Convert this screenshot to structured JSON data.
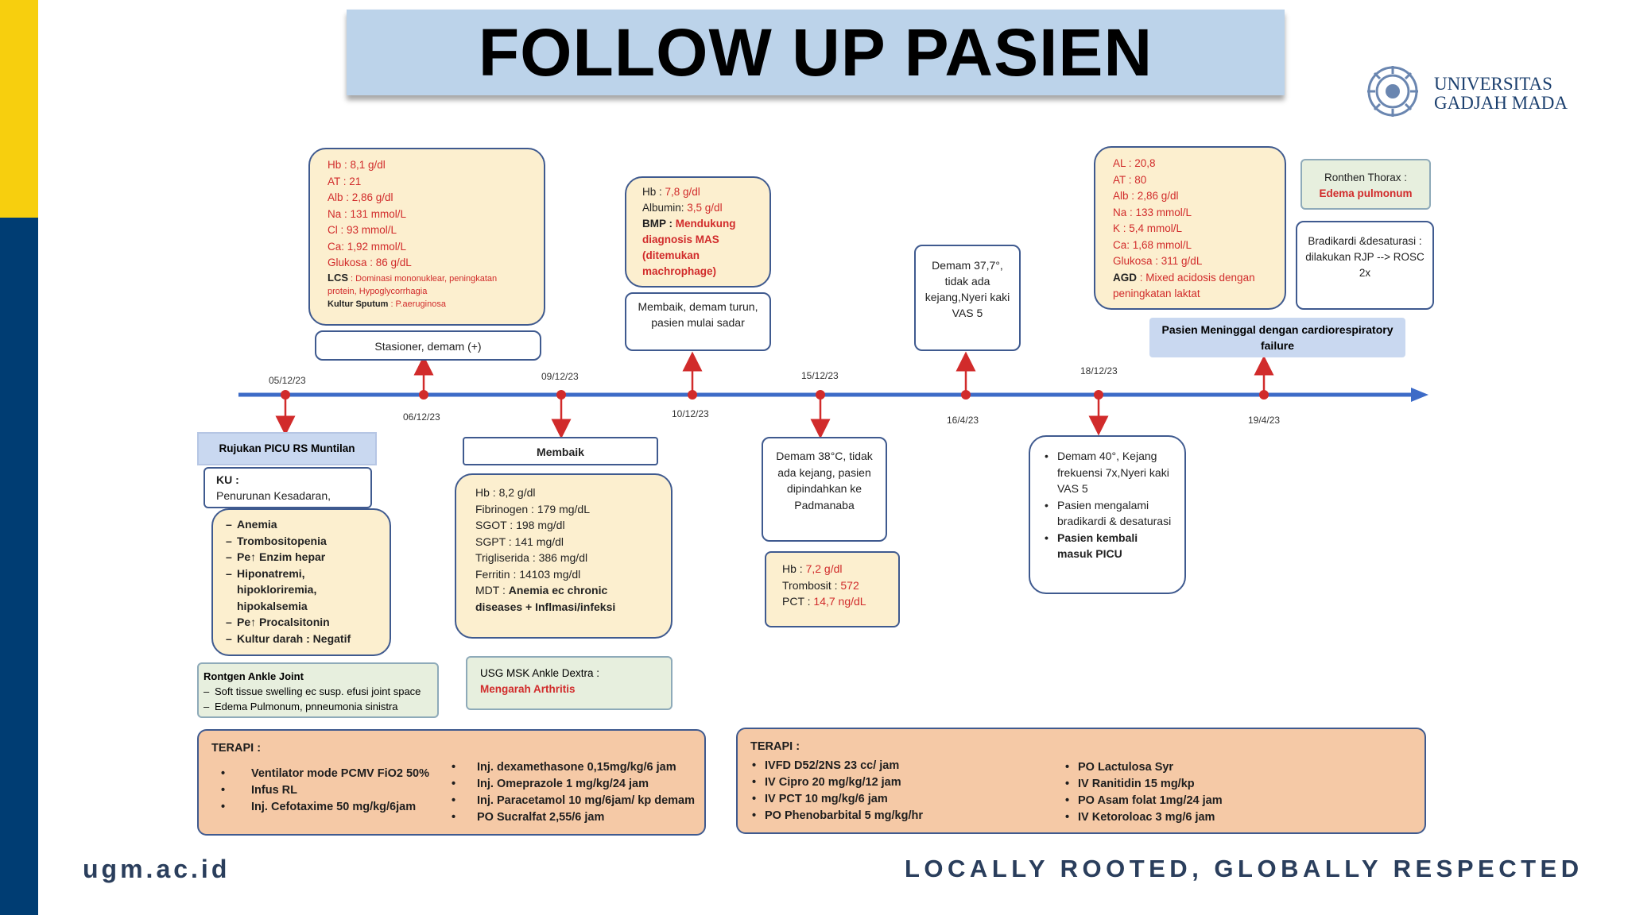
{
  "title": "FOLLOW UP PASIEN",
  "logo": {
    "line1": "UNIVERSITAS",
    "line2": "GADJAH MADA",
    "icon": "ugm-emblem"
  },
  "colors": {
    "timeline": "#3d6bc7",
    "arrow": "#d12b2b",
    "accent_red": "#d12b2b",
    "strip_yellow": "#f7cf0e",
    "strip_blue": "#003d73"
  },
  "dates": {
    "d1": "05/12/23",
    "d2": "06/12/23",
    "d3": "09/12/23",
    "d4": "10/12/23",
    "d5": "15/12/23",
    "d6": "16/4/23",
    "d7": "18/12/23",
    "d8": "19/4/23"
  },
  "lab1": {
    "hb": "Hb : 8,1 g/dl",
    "at": "AT : 21",
    "alb": "Alb : 2,86 g/dl",
    "na": "Na : 131 mmol/L",
    "cl": "Cl : 93 mmol/L",
    "ca": "Ca: 1,92 mmol/L",
    "glu": "Glukosa : 86 g/dL",
    "lcs_label": "LCS",
    "lcs_text": " : Dominasi mononuklear, peningkatan protein, Hypoglycorrhagia",
    "kultur_label": "Kultur Sputum",
    "kultur_text": " : P.aeruginosa"
  },
  "stasioner": "Stasioner, demam (+)",
  "lab2": {
    "hb_label": "Hb : ",
    "hb_val": "7,8 g/dl",
    "alb_label": "Albumin: ",
    "alb_val": "3,5 g/dl",
    "bmp_label": "BMP : ",
    "bmp_val": "Mendukung diagnosis MAS (ditemukan machrophage)"
  },
  "membaik_text": "Membaik, demam turun, pasien mulai sadar",
  "demam1": "Demam 37,7°, tidak ada kejang,Nyeri kaki VAS 5",
  "lab3": {
    "al": "AL : 20,8",
    "at": "AT : 80",
    "alb": "Alb : 2,86 g/dl",
    "na": "Na : 133 mmol/L",
    "k": "K : 5,4 mmol/L",
    "ca": "Ca: 1,68 mmol/L",
    "glu": "Glukosa : 311 g/dL",
    "agd_label": "AGD",
    "agd_text": " : Mixed acidosis dengan peningkatan laktat"
  },
  "ronthen": {
    "label": "Ronthen Thorax :",
    "value": "Edema pulmonum"
  },
  "brady": "Bradikardi &desaturasi : dilakukan RJP --> ROSC 2x",
  "meninggal": "Pasien Meninggal dengan cardiorespiratory failure",
  "rujukan": "Rujukan PICU RS Muntilan",
  "ku": {
    "label": "KU :",
    "value": "Penurunan Kesadaran,"
  },
  "dx_list": [
    "Anemia",
    "Trombositopenia",
    "Pe↑ Enzim hepar",
    "Hiponatremi, hipokloriremia, hipokalsemia",
    "Pe↑ Procalsitonin",
    "Kultur darah : Negatif"
  ],
  "rontgen": {
    "label": "Rontgen Ankle Joint",
    "items": [
      "Soft tissue swelling ec susp. efusi joint space",
      "Edema Pulmonum, pnneumonia sinistra"
    ]
  },
  "membaik_label": "Membaik",
  "lab4": {
    "hb": "Hb : 8,2 g/dl",
    "fib": "Fibrinogen : 179 mg/dL",
    "sgot": "SGOT : 198 mg/dl",
    "sgpt": "SGPT : 141 mg/dl",
    "tg": "Trigliserida : 386 mg/dl",
    "fer": "Ferritin : 14103 mg/dl",
    "mdt_label": "MDT : ",
    "mdt_text": "Anemia ec chronic diseases + Inflmasi/infeksi"
  },
  "usg": {
    "label": "USG MSK Ankle Dextra :",
    "value": "Mengarah Arthritis"
  },
  "demam2": "Demam 38°C, tidak ada kejang, pasien dipindahkan ke Padmanaba",
  "lab5": {
    "hb_label": "Hb : ",
    "hb_val": "7,2 g/dl",
    "tr_label": "Trombosit : ",
    "tr_val": "572",
    "pct_label": "PCT : ",
    "pct_val": "14,7 ng/dL"
  },
  "demam3_list": [
    "Demam 40°, Kejang frekuensi 7x,Nyeri kaki VAS 5",
    "Pasien mengalami bradikardi & desaturasi",
    "Pasien kembali masuk PICU"
  ],
  "terapi1": {
    "title": "TERAPI :",
    "col1": [
      "Ventilator mode PCMV FiO2 50%",
      "Infus RL",
      "Inj. Cefotaxime 50 mg/kg/6jam"
    ],
    "col2": [
      "Inj. dexamethasone 0,15mg/kg/6 jam",
      "Inj. Omeprazole 1 mg/kg/24 jam",
      "Inj. Paracetamol 10 mg/6jam/ kp demam",
      "PO Sucralfat 2,55/6 jam"
    ]
  },
  "terapi2": {
    "title": "TERAPI :",
    "col1": [
      "IVFD D52/2NS 23 cc/ jam",
      "IV Cipro 20 mg/kg/12 jam",
      "IV PCT 10 mg/kg/6 jam",
      "PO Phenobarbital 5 mg/kg/hr"
    ],
    "col2": [
      "PO Lactulosa Syr",
      "IV Ranitidin 15 mg/kp",
      "PO Asam folat 1mg/24 jam",
      "IV Ketoroloac 3 mg/6 jam"
    ]
  },
  "footer": {
    "left": "ugm.ac.id",
    "right": "LOCALLY ROOTED, GLOBALLY RESPECTED"
  }
}
